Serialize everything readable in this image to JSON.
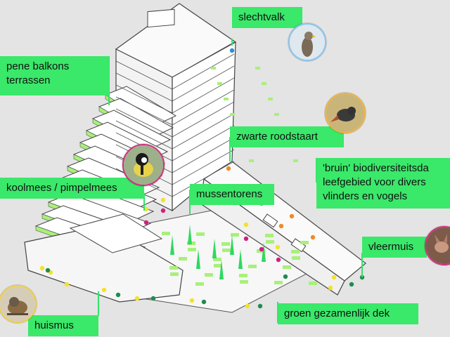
{
  "labels": {
    "balkons": [
      "pene balkons",
      "terrassen"
    ],
    "slechtvalk": "slechtvalk",
    "zwarte_roodstaart": "zwarte roodstaart",
    "koolmees": "koolmees / pimpelmees",
    "mussentorens": "mussentorens",
    "biodiversiteit": [
      "'bruin' biodiversiteitsda",
      "leefgebied voor divers",
      "vlinders en vogels"
    ],
    "vleermuis": "vleermuis",
    "huismus": "huismus",
    "groen_dek": "groen gezamenlijk dek"
  },
  "colors": {
    "background": "#e4e4e4",
    "label_green": "#3ae86a",
    "line_green": "#35e16a",
    "building_line": "#444444",
    "planting_green": "#a8f07a",
    "dot_yellow": "#f5e12a",
    "dot_magenta": "#d0207f",
    "dot_orange": "#f08a28",
    "dot_darkgreen": "#1e8c4e",
    "dot_blue": "#2f8fd8"
  },
  "icons": [
    "falcon-photo",
    "redstart-photo",
    "tit-photo",
    "bat-photo",
    "sparrow-photo"
  ]
}
